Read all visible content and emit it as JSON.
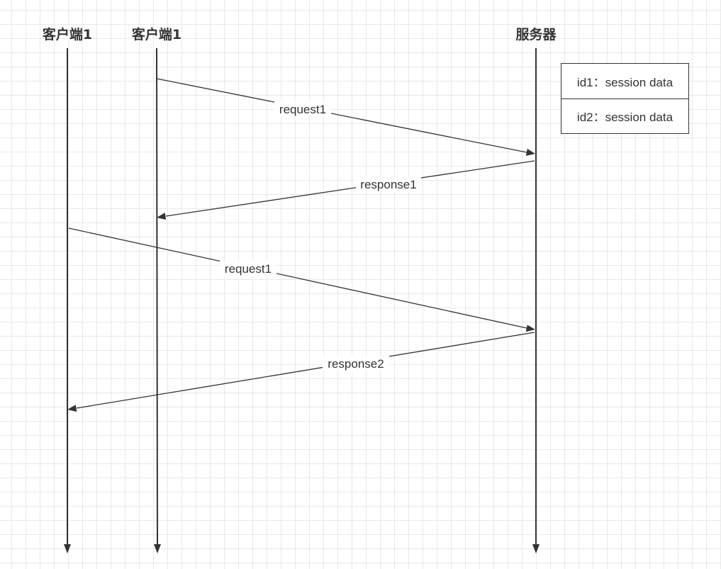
{
  "lanes": [
    {
      "id": "client-a",
      "title": "客户端1"
    },
    {
      "id": "client-b",
      "title": "客户端1"
    },
    {
      "id": "server",
      "title": "服务器"
    }
  ],
  "messages": [
    {
      "from": "client-b",
      "to": "server",
      "label": "request1"
    },
    {
      "from": "server",
      "to": "client-b",
      "label": "response1"
    },
    {
      "from": "client-a",
      "to": "server",
      "label": "request1"
    },
    {
      "from": "server",
      "to": "client-a",
      "label": "response2"
    }
  ],
  "session_table": {
    "rows": [
      "id1：session data",
      "id2：session data"
    ]
  },
  "colors": {
    "line": "#333333",
    "grid": "#e9e9e9",
    "background": "#ffffff"
  }
}
